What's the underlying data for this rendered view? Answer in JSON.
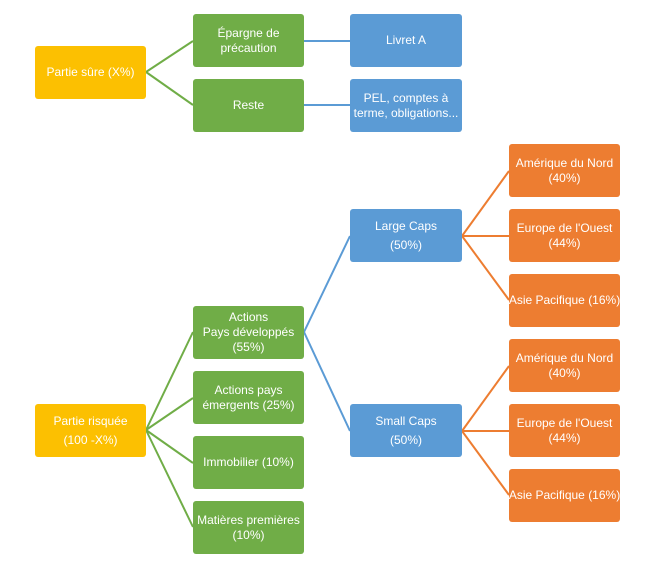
{
  "nodes": {
    "partie_sure": {
      "lines": [
        "Partie sûre (X%)"
      ]
    },
    "epargne": {
      "lines": [
        "Épargne de",
        "précaution"
      ]
    },
    "reste": {
      "lines": [
        "Reste"
      ]
    },
    "livret_a": {
      "lines": [
        "Livret A"
      ]
    },
    "pel": {
      "lines": [
        "PEL, comptes à",
        "terme, obligations..."
      ]
    },
    "partie_risquee": {
      "lines": [
        "Partie risquée",
        "(100 -X%)"
      ]
    },
    "actions_dev": {
      "lines": [
        "Actions",
        "Pays développés",
        "(55%)"
      ]
    },
    "actions_emer": {
      "lines": [
        "Actions pays",
        "émergents (25%)"
      ]
    },
    "immobilier": {
      "lines": [
        "Immobilier (10%)"
      ]
    },
    "matieres": {
      "lines": [
        "Matières premières",
        "(10%)"
      ]
    },
    "large_caps": {
      "lines": [
        "Large Caps",
        "(50%)"
      ]
    },
    "small_caps": {
      "lines": [
        "Small Caps",
        "(50%)"
      ]
    },
    "lc_amerique": {
      "lines": [
        "Amérique du Nord",
        "(40%)"
      ]
    },
    "lc_europe": {
      "lines": [
        "Europe de l'Ouest",
        "(44%)"
      ]
    },
    "lc_asie": {
      "lines": [
        "Asie Pacifique (16%)"
      ]
    },
    "sc_amerique": {
      "lines": [
        "Amérique du Nord",
        "(40%)"
      ]
    },
    "sc_europe": {
      "lines": [
        "Europe de l'Ouest",
        "(44%)"
      ]
    },
    "sc_asie": {
      "lines": [
        "Asie Pacifique (16%)"
      ]
    }
  },
  "colors": {
    "yellow": "#fcc001",
    "green": "#70ad47",
    "blue": "#5b9bd5",
    "orange": "#ed7d31"
  }
}
